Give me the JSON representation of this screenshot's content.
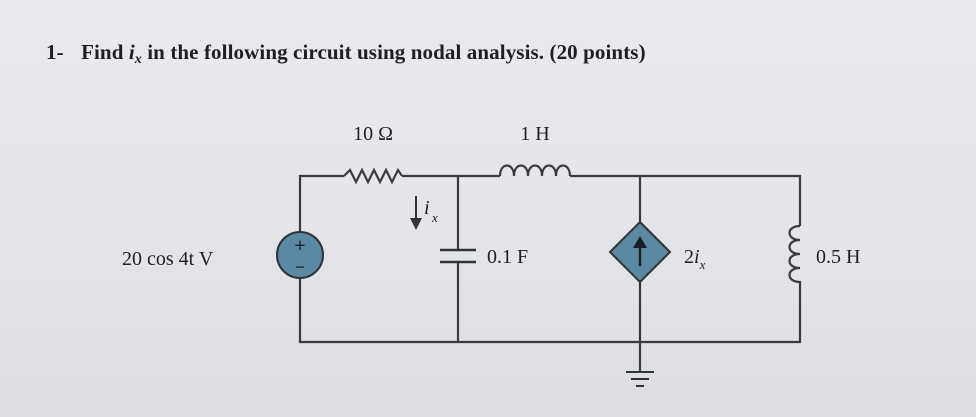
{
  "question": {
    "number": "1-",
    "text_before": "Find",
    "variable": "i",
    "variable_sub": "x",
    "text_after": "in the following circuit using nodal analysis. (20 points)"
  },
  "circuit": {
    "source_label": "20 cos 4t V",
    "source_plus": "+",
    "source_minus": "−",
    "resistor_label": "10 Ω",
    "inductor1_label": "1 H",
    "capacitor_label": "0.1 F",
    "dependent_source_coef": "2",
    "dependent_source_var": "i",
    "dependent_source_sub": "x",
    "inductor2_label": "0.5 H",
    "current_var": "i",
    "current_sub": "x"
  }
}
